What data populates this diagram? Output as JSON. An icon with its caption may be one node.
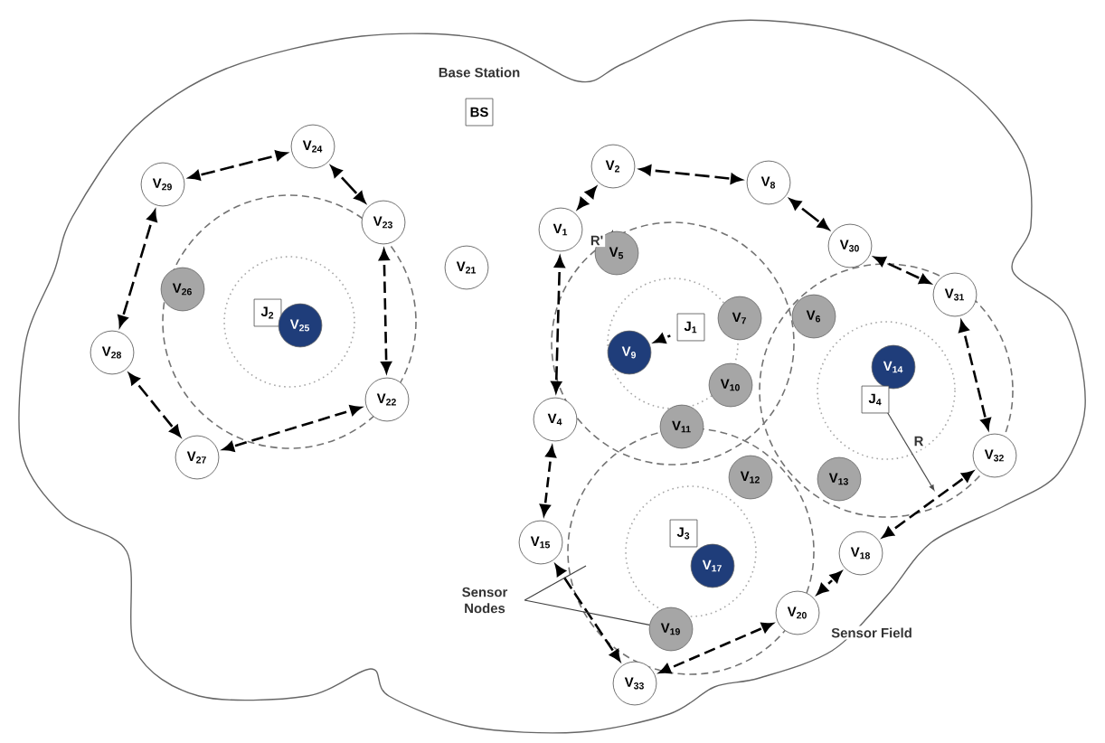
{
  "diagram": {
    "nodes": [
      {
        "text": [
          "BS"
        ],
        "beside": [
          "Base Station"
        ]
      },
      {
        "text": [
          "V$_{24}$"
        ]
      },
      {
        "text": [
          "V$_{29}$"
        ]
      },
      {
        "text": [
          "V$_{23}$"
        ]
      },
      {
        "text": [
          "V$_{26}$"
        ]
      },
      {
        "text": [
          "J$_{2}$"
        ]
      },
      {
        "text": [
          "V$_{25}$"
        ]
      },
      {
        "text": [
          "V$_{21}$"
        ]
      },
      {
        "text": [
          "V$_{28}$"
        ]
      },
      {
        "text": [
          "V$_{22}$"
        ]
      },
      {
        "text": [
          "V$_{27}$"
        ]
      },
      {
        "text": [
          "V$_{2}$"
        ]
      },
      {
        "text": [
          "V$_{8}$"
        ]
      },
      {
        "text": [
          "V$_{1}$"
        ]
      },
      {
        "text": [
          "V$_{5}$"
        ]
      },
      {
        "text": [
          "V$_{30}$"
        ]
      },
      {
        "text": [
          "V$_{31}$"
        ]
      },
      {
        "text": [
          "V$_{7}$"
        ]
      },
      {
        "text": [
          "V$_{6}$"
        ]
      },
      {
        "text": [
          "V$_{9}$"
        ]
      },
      {
        "text": [
          "J$_{1}$"
        ]
      },
      {
        "text": [
          "V$_{14}$"
        ]
      },
      {
        "text": [
          "J$_{4}$"
        ]
      },
      {
        "text": [
          "V$_{10}$"
        ]
      },
      {
        "text": [
          "V$_{4}$"
        ]
      },
      {
        "text": [
          "V$_{11}$"
        ]
      },
      {
        "text": [
          "V$_{32}$"
        ]
      },
      {
        "text": [
          "V$_{12}$"
        ]
      },
      {
        "text": [
          "V$_{13}$"
        ]
      },
      {
        "text": [
          "J$_{3}$"
        ]
      },
      {
        "text": [
          "V$_{17}$"
        ]
      },
      {
        "text": [
          "V$_{18}$"
        ]
      },
      {
        "text": [
          "V$_{15}$"
        ]
      },
      {
        "text": [
          "V$_{20}$"
        ]
      },
      {
        "text": [
          "V$_{19}$"
        ]
      },
      {
        "text": [
          "V$_{33}$"
        ]
      },
      {
        "text": [
          "Sensor Nodes"
        ]
      }
    ],
    "edges": [
      {
        "from": 1,
        "to": 2,
        "arrow": "both",
        "style": "dashed"
      },
      {
        "from": 1,
        "to": 3,
        "arrow": "both",
        "style": "dashed"
      },
      {
        "from": 2,
        "to": 8,
        "arrow": "both",
        "style": "dashed"
      },
      {
        "from": 3,
        "to": 9,
        "arrow": "both",
        "style": "dashed"
      },
      {
        "from": 8,
        "to": 10,
        "arrow": "both",
        "style": "dashed"
      },
      {
        "from": 9,
        "to": 10,
        "arrow": "both",
        "style": "dashed"
      },
      {
        "from": 11,
        "to": 13,
        "arrow": "both",
        "style": "dashed"
      },
      {
        "from": 11,
        "to": 12,
        "arrow": "both",
        "style": "dashed"
      },
      {
        "from": 12,
        "to": 15,
        "arrow": "both",
        "style": "dashed"
      },
      {
        "from": 15,
        "to": 16,
        "arrow": "both",
        "style": "dashed"
      },
      {
        "from": 16,
        "to": 26,
        "arrow": "both",
        "style": "dashed"
      },
      {
        "from": 13,
        "to": 24,
        "arrow": "both",
        "style": "dashed"
      },
      {
        "from": 24,
        "to": 32,
        "arrow": "both",
        "style": "dashed"
      },
      {
        "from": 32,
        "to": 35,
        "arrow": "both",
        "style": "dashed"
      },
      {
        "from": 35,
        "to": 33,
        "arrow": "both",
        "style": "dashed"
      },
      {
        "from": 33,
        "to": 31,
        "arrow": "both",
        "style": "dashed"
      },
      {
        "from": 31,
        "to": 26,
        "arrow": "both",
        "style": "dashed"
      },
      {
        "from": 20,
        "to": 19,
        "arrow": "to",
        "style": "dashed"
      },
      {
        "from": 36,
        "to": null,
        "arrow": "none"
      },
      {
        "from": 36,
        "to": 34,
        "arrow": "none"
      }
    ],
    "labels": [
      "R'",
      "R",
      "Sensor Field"
    ]
  }
}
